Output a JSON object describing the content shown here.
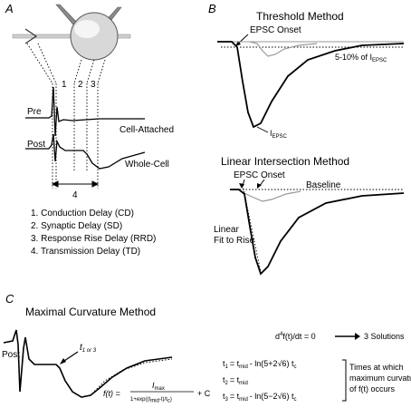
{
  "panel_a": {
    "letter": "A",
    "trace_labels": {
      "pre": "Pre",
      "post": "Post",
      "cell_attached": "Cell-Attached",
      "whole_cell": "Whole-Cell"
    },
    "markers": [
      "1",
      "2",
      "3"
    ],
    "span_label": "4",
    "legend": [
      "1. Conduction Delay (CD)",
      "2. Synaptic Delay (SD)",
      "3. Response Rise Delay (RRD)",
      "4. Transmission Delay (TD)"
    ]
  },
  "panel_b": {
    "letter": "B",
    "threshold": {
      "title": "Threshold Method",
      "onset_label": "EPSC Onset",
      "percent_label": "5-10% of I",
      "percent_sub": "EPSC",
      "peak_label": "I",
      "peak_sub": "EPSC"
    },
    "linear": {
      "title": "Linear Intersection Method",
      "onset_label": "EPSC Onset",
      "baseline_label": "Baseline",
      "fit_label_1": "Linear",
      "fit_label_2": "Fit to Rise"
    }
  },
  "panel_c": {
    "letter": "C",
    "title": "Maximal Curvature Method",
    "post_label": "Post",
    "t_label": "t",
    "t_sub": "1 or 3",
    "formula": {
      "lhs": "f(t) =",
      "numerator": "I",
      "numerator_sub": "max",
      "denominator": "1+exp((t",
      "denominator_sub": "mid",
      "denominator_end": "-t)/t",
      "denominator_sub2": "c",
      "denominator_close": ")",
      "plus": "+ C"
    },
    "derivative": {
      "lhs": "d",
      "sup": "4",
      "rest": "f(t)/dt = 0",
      "result": "3 Solutions"
    },
    "solutions": {
      "t1": "t",
      "t1_sub": "1",
      "t1_expr": "= t",
      "t1_sub2": "mid",
      "t1_tail": "- ln(5+2√6) t",
      "t1_tail_sub": "c",
      "t2": "t",
      "t2_sub": "2",
      "t2_expr": "= t",
      "t2_sub2": "mid",
      "t3": "t",
      "t3_sub": "3",
      "t3_expr": "= t",
      "t3_sub2": "mid",
      "t3_tail": "- ln(5−2√6) t",
      "t3_tail_sub": "c"
    },
    "note": [
      "Times at which",
      "maximum curvature",
      "of f(t) occurs"
    ]
  }
}
